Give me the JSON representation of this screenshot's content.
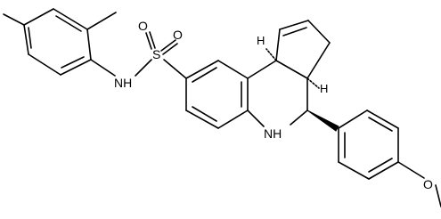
{
  "molecule": {
    "atoms": {
      "S": "S",
      "O_up": "O",
      "O_right": "O",
      "NH_sulfonamide": "NH",
      "NH_ring": "NH",
      "O_methoxy": "O",
      "H_top": "H",
      "H_mid": "H"
    },
    "colors": {
      "bond": "#000000",
      "label": "#000000",
      "background": "#ffffff"
    }
  }
}
